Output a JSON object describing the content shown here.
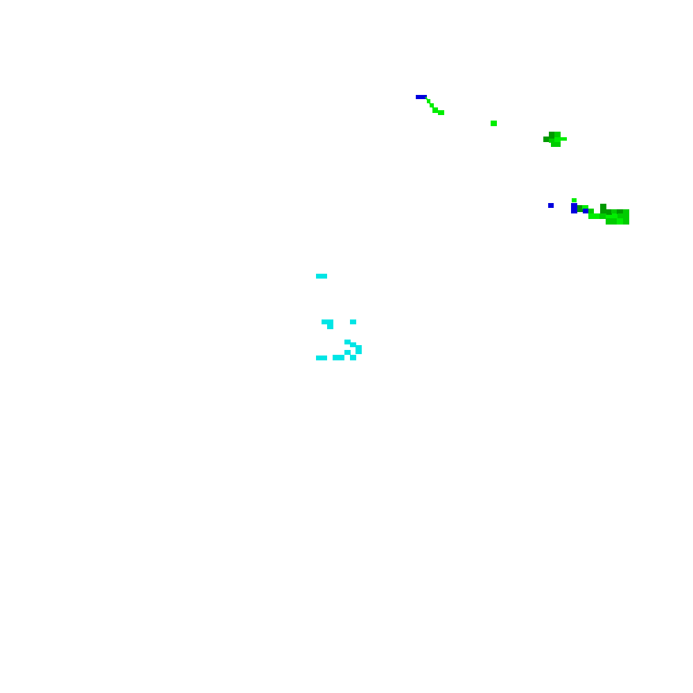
{
  "canvas": {
    "background": "#ffffff"
  },
  "palette": {
    "bright_green": "#00ee00",
    "dark_green": "#009900",
    "mid_green": "#00cc00",
    "blue": "#0000dd",
    "cyan": "#00e5e5"
  },
  "clusters": [
    {
      "id": "upper-left-green-blue",
      "colors": [
        "blue",
        "bright_green"
      ]
    },
    {
      "id": "lone-green-pixel",
      "colors": [
        "bright_green"
      ]
    },
    {
      "id": "upper-right-green",
      "colors": [
        "dark_green",
        "mid_green",
        "bright_green"
      ]
    },
    {
      "id": "right-green-blue",
      "colors": [
        "blue",
        "dark_green",
        "mid_green",
        "bright_green"
      ]
    },
    {
      "id": "center-cyan",
      "colors": [
        "cyan"
      ]
    }
  ]
}
